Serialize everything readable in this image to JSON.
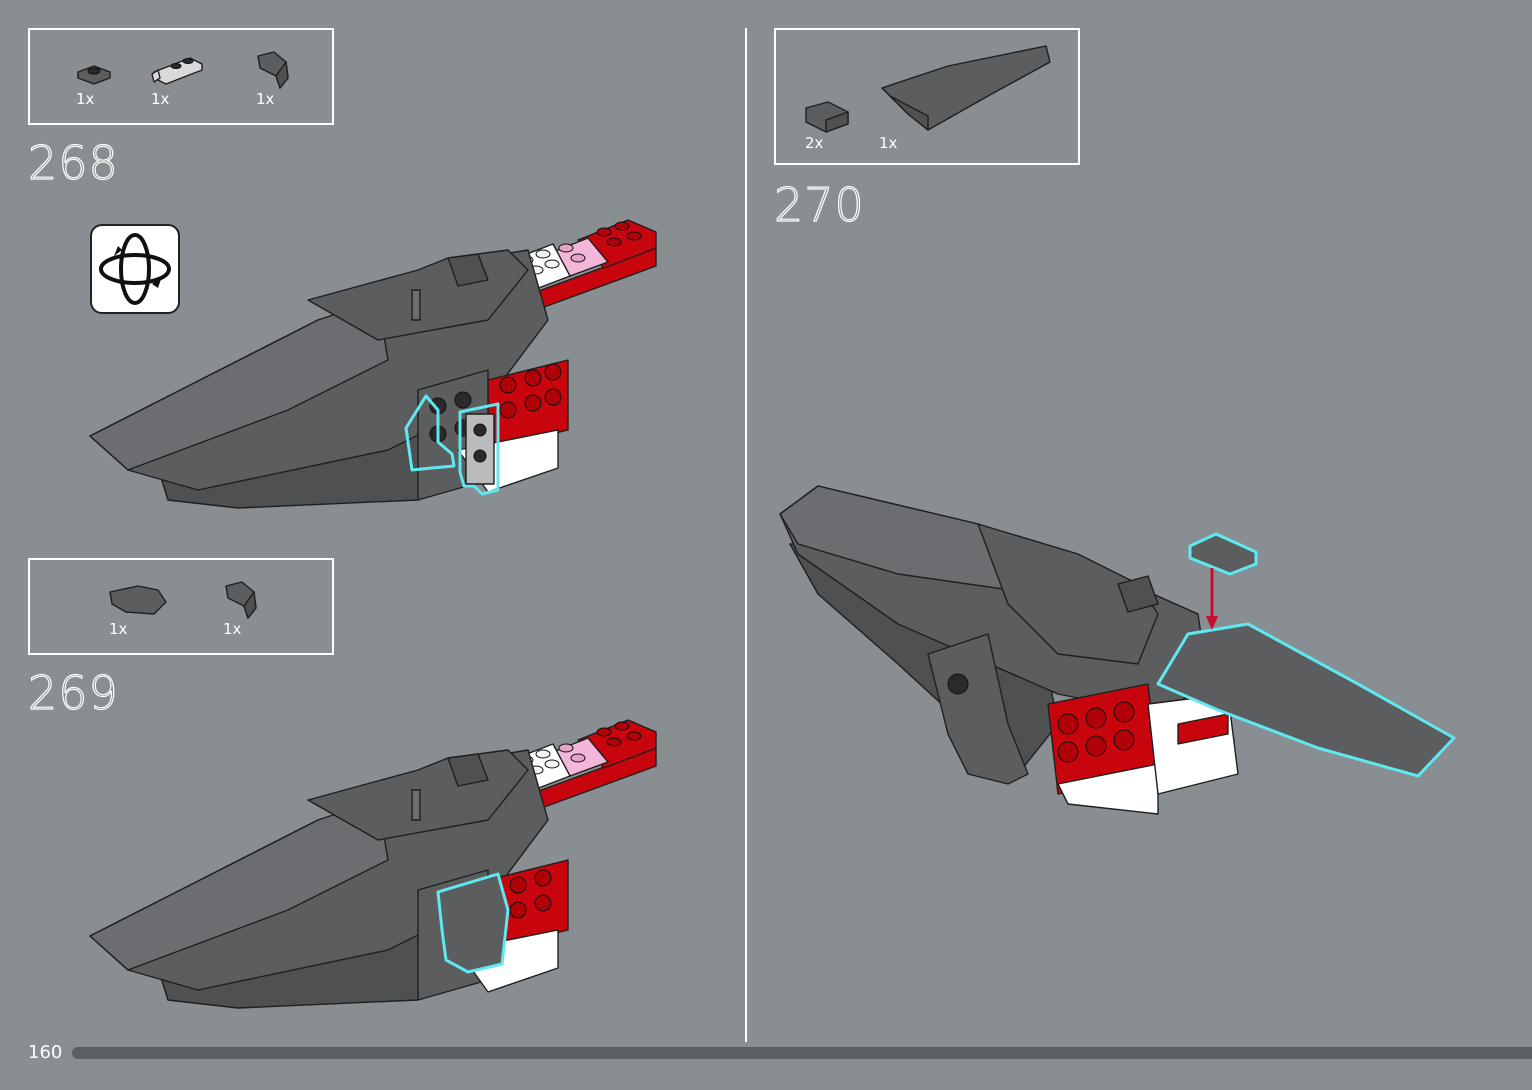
{
  "page": {
    "page_number": "160",
    "progress_fraction": 1.0,
    "colors": {
      "background": "#888e91",
      "highlight": "#5fe8f0",
      "brick_red": "#c8050c",
      "brick_dark_gray": "#5b5d5f",
      "arrow_red": "#c8102e"
    }
  },
  "steps": [
    {
      "number": "268",
      "parts": [
        {
          "name": "plate-1x1-dark-gray",
          "qty": "1x"
        },
        {
          "name": "plate-1x2-clips-light-gray",
          "qty": "1x"
        },
        {
          "name": "slope-curved-dark-gray",
          "qty": "1x"
        }
      ],
      "has_rotate_icon": true,
      "rotate_icon": "rotate-model-icon"
    },
    {
      "number": "269",
      "parts": [
        {
          "name": "curved-slope-2x2-dark-gray",
          "qty": "1x"
        },
        {
          "name": "slope-curved-dark-gray",
          "qty": "1x"
        }
      ]
    },
    {
      "number": "270",
      "parts": [
        {
          "name": "tile-2x2-dark-gray",
          "qty": "2x"
        },
        {
          "name": "wedge-slope-long-dark-gray",
          "qty": "1x"
        }
      ]
    }
  ]
}
